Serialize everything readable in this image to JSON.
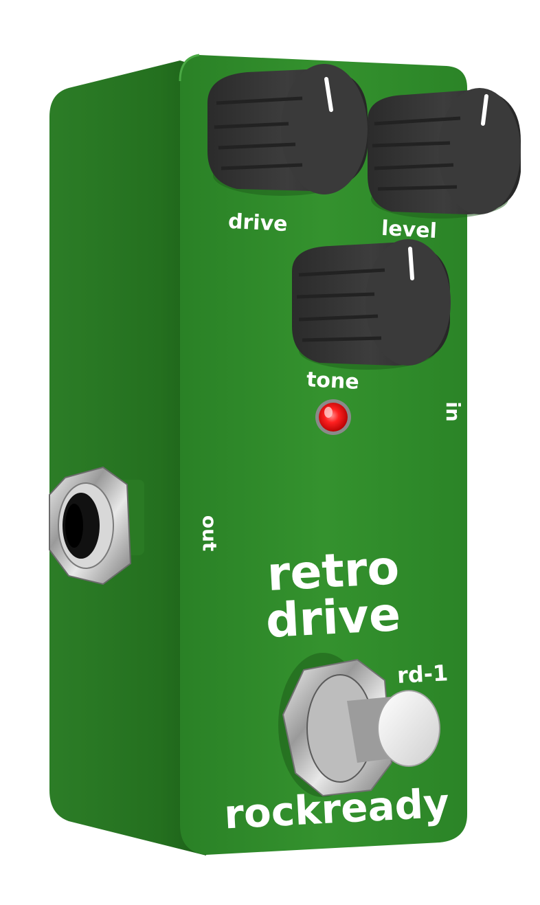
{
  "pedal": {
    "brand": "rockready",
    "model": "rd-1",
    "name_line1": "retro",
    "name_line2": "drive",
    "body_color": "#2f8a2a",
    "side_color": "#237020",
    "text_color": "#ffffff"
  },
  "knobs": {
    "drive_label": "drive",
    "level_label": "level",
    "tone_label": "tone"
  },
  "jacks": {
    "input_label": "in",
    "output_label": "out"
  },
  "indicator": {
    "color": "#ff1a1a"
  }
}
